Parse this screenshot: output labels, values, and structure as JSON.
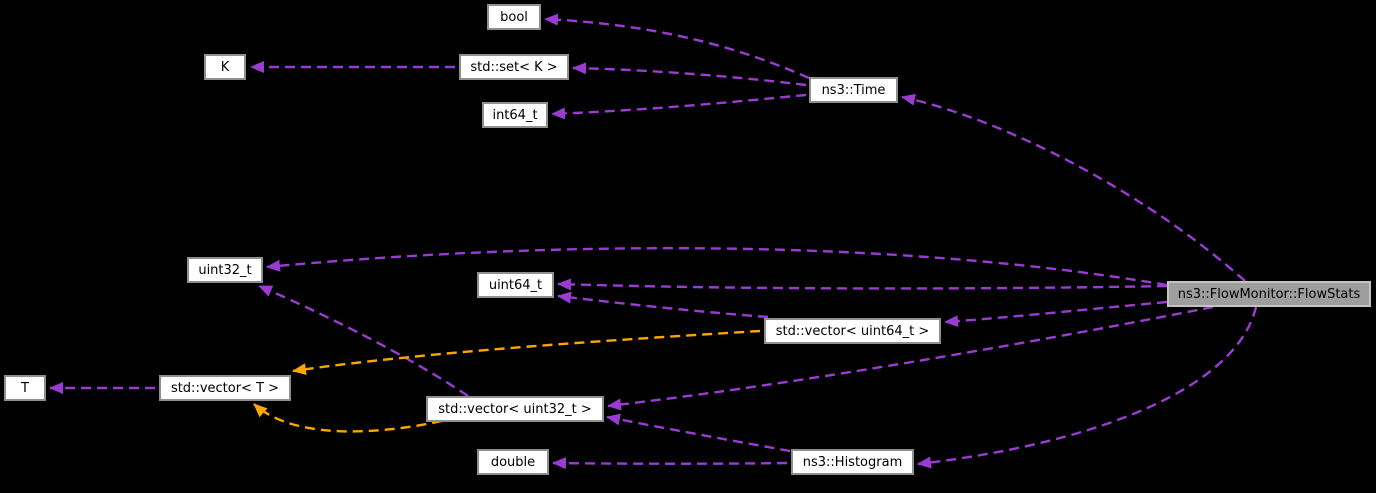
{
  "diagram": {
    "type": "collaboration-graph",
    "focus_node": "ns3::FlowMonitor::FlowStats",
    "background": "#000000",
    "colors": {
      "member_edge": "#9a3cd2",
      "template_edge": "#ffa500",
      "node_fill": "#ffffff",
      "node_border": "#8f8f8f",
      "node_text": "#000000",
      "focus_fill": "#9e9e9e",
      "focus_border": "#c3c3c3"
    },
    "nodes": [
      {
        "id": "bool",
        "label": "bool"
      },
      {
        "id": "k",
        "label": "K"
      },
      {
        "id": "std-set-k",
        "label": "std::set< K >"
      },
      {
        "id": "int64-t",
        "label": "int64_t"
      },
      {
        "id": "ns3-time",
        "label": "ns3::Time"
      },
      {
        "id": "uint32-t",
        "label": "uint32_t"
      },
      {
        "id": "uint64-t",
        "label": "uint64_t"
      },
      {
        "id": "std-vector-uint64-t",
        "label": "std::vector< uint64_t >"
      },
      {
        "id": "flowstats",
        "label": "ns3::FlowMonitor::FlowStats",
        "focus": true
      },
      {
        "id": "t",
        "label": "T"
      },
      {
        "id": "std-vector-t",
        "label": "std::vector< T >"
      },
      {
        "id": "std-vector-uint32-t",
        "label": "std::vector< uint32_t >"
      },
      {
        "id": "double",
        "label": "double"
      },
      {
        "id": "ns3-histogram",
        "label": "ns3::Histogram"
      }
    ],
    "edges": [
      {
        "from": "std::set< K >",
        "to": "K",
        "relation": "member"
      },
      {
        "from": "ns3::Time",
        "to": "bool",
        "relation": "member"
      },
      {
        "from": "ns3::Time",
        "to": "std::set< K >",
        "relation": "member"
      },
      {
        "from": "ns3::Time",
        "to": "int64_t",
        "relation": "member"
      },
      {
        "from": "ns3::FlowMonitor::FlowStats",
        "to": "ns3::Time",
        "relation": "member"
      },
      {
        "from": "ns3::FlowMonitor::FlowStats",
        "to": "uint32_t",
        "relation": "member"
      },
      {
        "from": "ns3::FlowMonitor::FlowStats",
        "to": "uint64_t",
        "relation": "member"
      },
      {
        "from": "std::vector< uint64_t >",
        "to": "uint64_t",
        "relation": "member"
      },
      {
        "from": "ns3::FlowMonitor::FlowStats",
        "to": "std::vector< uint64_t >",
        "relation": "member"
      },
      {
        "from": "std::vector< uint32_t >",
        "to": "uint32_t",
        "relation": "member"
      },
      {
        "from": "ns3::FlowMonitor::FlowStats",
        "to": "std::vector< uint32_t >",
        "relation": "member"
      },
      {
        "from": "ns3::Histogram",
        "to": "std::vector< uint32_t >",
        "relation": "member"
      },
      {
        "from": "std::vector< T >",
        "to": "T",
        "relation": "member"
      },
      {
        "from": "ns3::Histogram",
        "to": "double",
        "relation": "member"
      },
      {
        "from": "ns3::FlowMonitor::FlowStats",
        "to": "ns3::Histogram",
        "relation": "member"
      },
      {
        "from": "std::vector< uint64_t >",
        "to": "std::vector< T >",
        "relation": "template-instance"
      },
      {
        "from": "std::vector< uint32_t >",
        "to": "std::vector< T >",
        "relation": "template-instance"
      }
    ]
  }
}
